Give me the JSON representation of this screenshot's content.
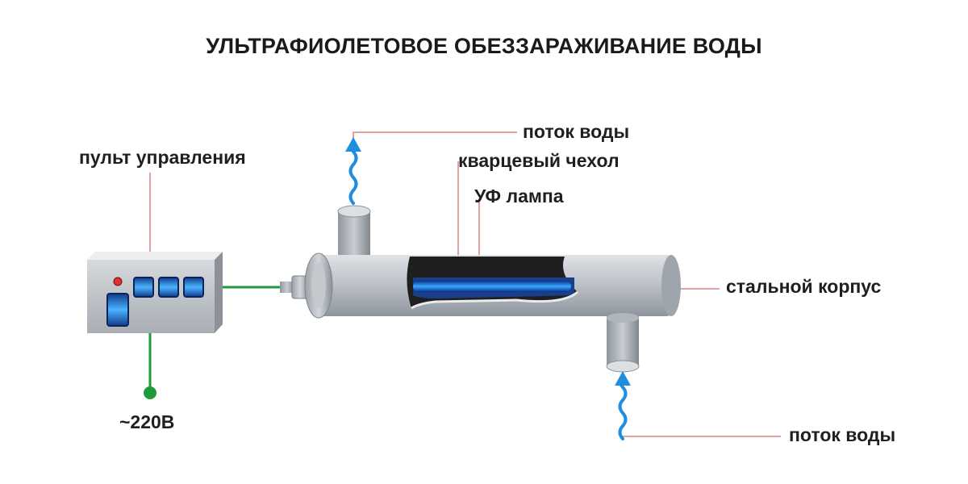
{
  "title": "УЛЬТРАФИОЛЕТОВОЕ ОБЕЗЗАРАЖИВАНИЕ ВОДЫ",
  "labels": {
    "control_panel": "пульт управления",
    "power": "~220В",
    "water_flow_out": "поток воды",
    "quartz_sleeve": "кварцевый чехол",
    "uv_lamp": "УФ лампа",
    "steel_body": "стальной корпус",
    "water_flow_in": "поток воды"
  },
  "colors": {
    "leader_line": "#e2a2a2",
    "wire": "#1e9a3a",
    "water": "#1e8fe0",
    "body": "#b9bec4"
  }
}
